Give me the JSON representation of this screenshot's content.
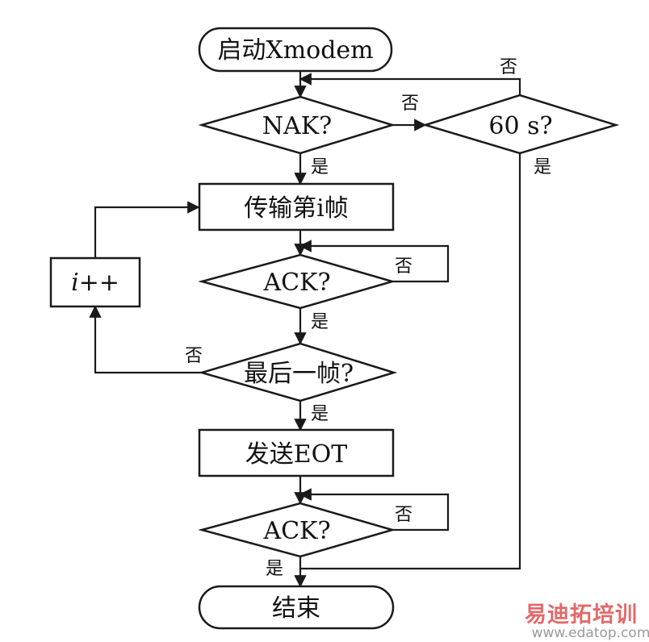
{
  "nodes": {
    "start": "启动Xmodem",
    "nak_check": "NAK?",
    "timeout_check": "60 s?",
    "transmit": "传输第i帧",
    "ack_check_1": "ACK?",
    "last_frame_check": "最后一帧?",
    "increment": "i++",
    "send_eot": "发送EOT",
    "ack_check_2": "ACK?",
    "end": "结束"
  },
  "edge_labels": {
    "no": "否",
    "yes": "是"
  },
  "watermark": {
    "text": "易迪拓培训",
    "url": "www.edatop.com"
  }
}
